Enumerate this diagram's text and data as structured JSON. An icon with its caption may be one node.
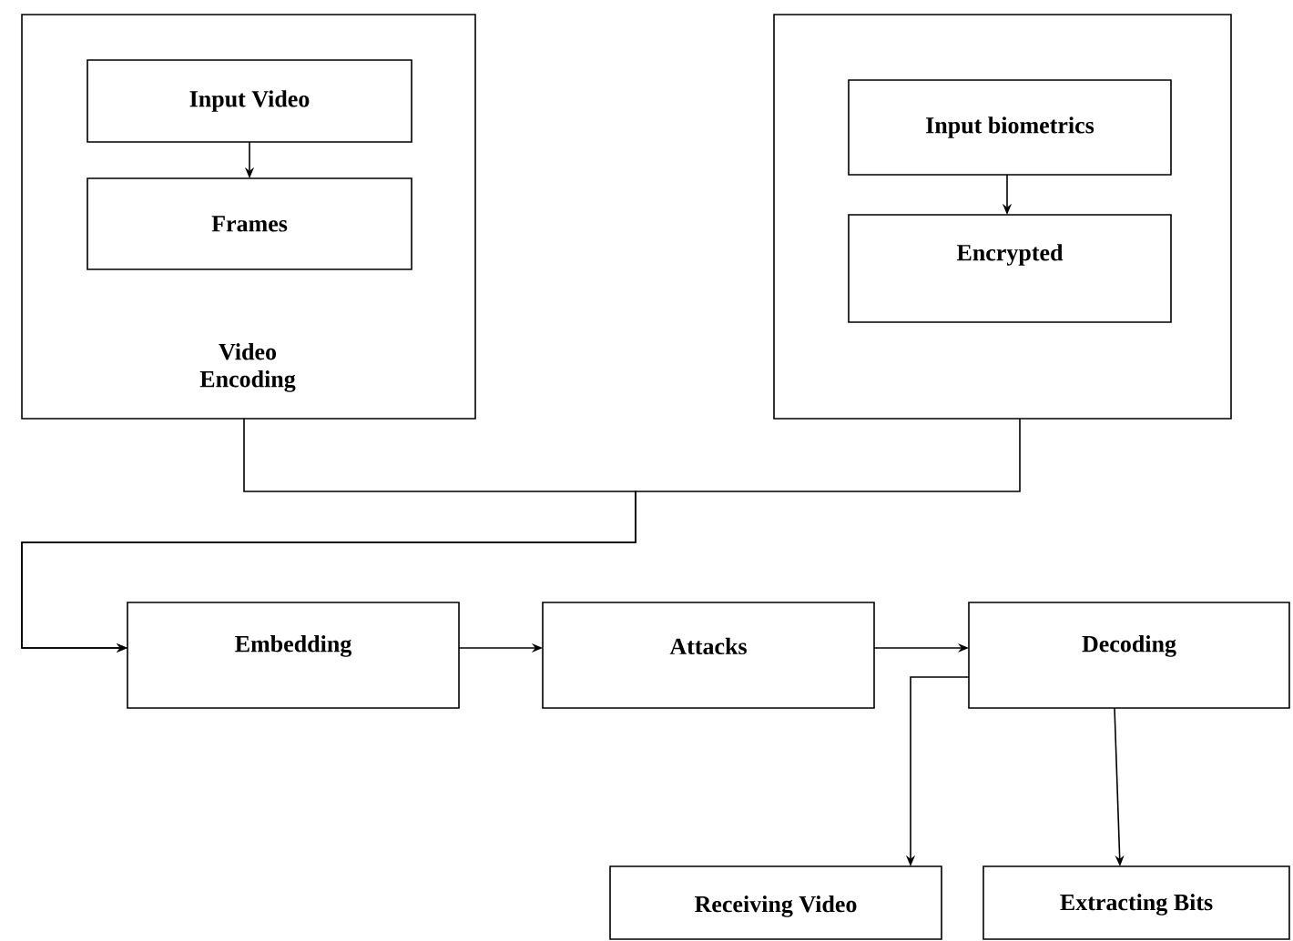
{
  "diagram": {
    "nodes": [
      {
        "text": [
          "Video Encoding"
        ]
      },
      {
        "text": [
          "Input Video"
        ],
        "in": 0
      },
      {
        "text": [
          "Frames"
        ],
        "in": 0
      },
      {
        "text": [],
        "shape": "box"
      },
      {
        "text": [
          "Input biometrics"
        ],
        "in": 3
      },
      {
        "text": [
          "Encrypted"
        ],
        "in": 3
      },
      {
        "text": [
          "Embedding"
        ]
      },
      {
        "text": [
          "Attacks"
        ]
      },
      {
        "text": [
          "Decoding"
        ]
      },
      {
        "text": [
          "Receiving Video"
        ]
      },
      {
        "text": [
          "Extracting Bits"
        ]
      }
    ],
    "edges": [
      {
        "from": 1,
        "to": 2,
        "arrow": "to"
      },
      {
        "from": 4,
        "to": 5,
        "arrow": "to"
      },
      {
        "from": 0,
        "to": 6,
        "arrow": "to"
      },
      {
        "from": 3,
        "to": 6,
        "arrow": "to"
      },
      {
        "from": 6,
        "to": 7,
        "arrow": "to"
      },
      {
        "from": 7,
        "to": 8,
        "arrow": "to"
      },
      {
        "from": 8,
        "to": 9,
        "arrow": "to"
      },
      {
        "from": 8,
        "to": 10,
        "arrow": "to"
      }
    ]
  }
}
